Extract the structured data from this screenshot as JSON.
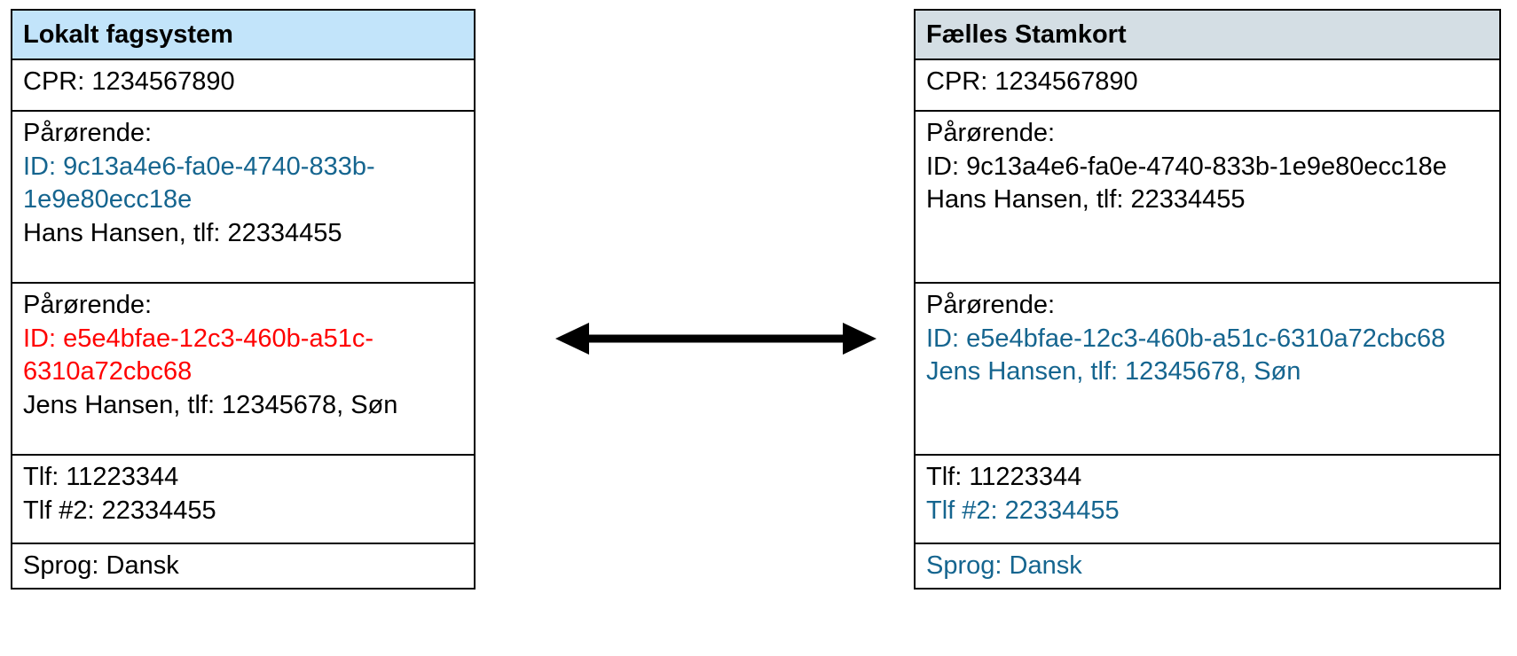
{
  "diagram": {
    "title_hidden": "",
    "arrow": {
      "icon": "double-headed-arrow-icon",
      "direction": "bidirectional",
      "color": "#000000"
    },
    "colors": {
      "local_header_bg": "#C2E4FA",
      "shared_header_bg": "#D4DEE4",
      "border": "#000000",
      "text_default": "#000000",
      "text_synced": "#15658F",
      "text_conflict": "#FF0000"
    }
  },
  "local": {
    "header": "Lokalt fagsystem",
    "rows": {
      "cpr": {
        "line1": "CPR: 1234567890"
      },
      "relative1": {
        "label": "Pårørende:",
        "id": "ID: 9c13a4e6-fa0e-4740-833b-1e9e80ecc18e",
        "details": "Hans Hansen, tlf: 22334455"
      },
      "relative2": {
        "label": "Pårørende:",
        "id": "ID: e5e4bfae-12c3-460b-a51c-6310a72cbc68",
        "details": "Jens Hansen, tlf: 12345678, Søn"
      },
      "phone": {
        "line1": "Tlf: 11223344",
        "line2": "Tlf #2: 22334455"
      },
      "language": {
        "line1": "Sprog: Dansk"
      }
    }
  },
  "shared": {
    "header": "Fælles Stamkort",
    "rows": {
      "cpr": {
        "line1": "CPR: 1234567890"
      },
      "relative1": {
        "label": "Pårørende:",
        "id": "ID: 9c13a4e6-fa0e-4740-833b-1e9e80ecc18e",
        "details": "Hans Hansen, tlf: 22334455"
      },
      "relative2": {
        "label": "Pårørende:",
        "id": "ID: e5e4bfae-12c3-460b-a51c-6310a72cbc68",
        "details": "Jens Hansen, tlf: 12345678, Søn"
      },
      "phone": {
        "line1": "Tlf: 11223344",
        "line2": "Tlf #2: 22334455"
      },
      "language": {
        "line1": "Sprog: Dansk"
      }
    }
  }
}
